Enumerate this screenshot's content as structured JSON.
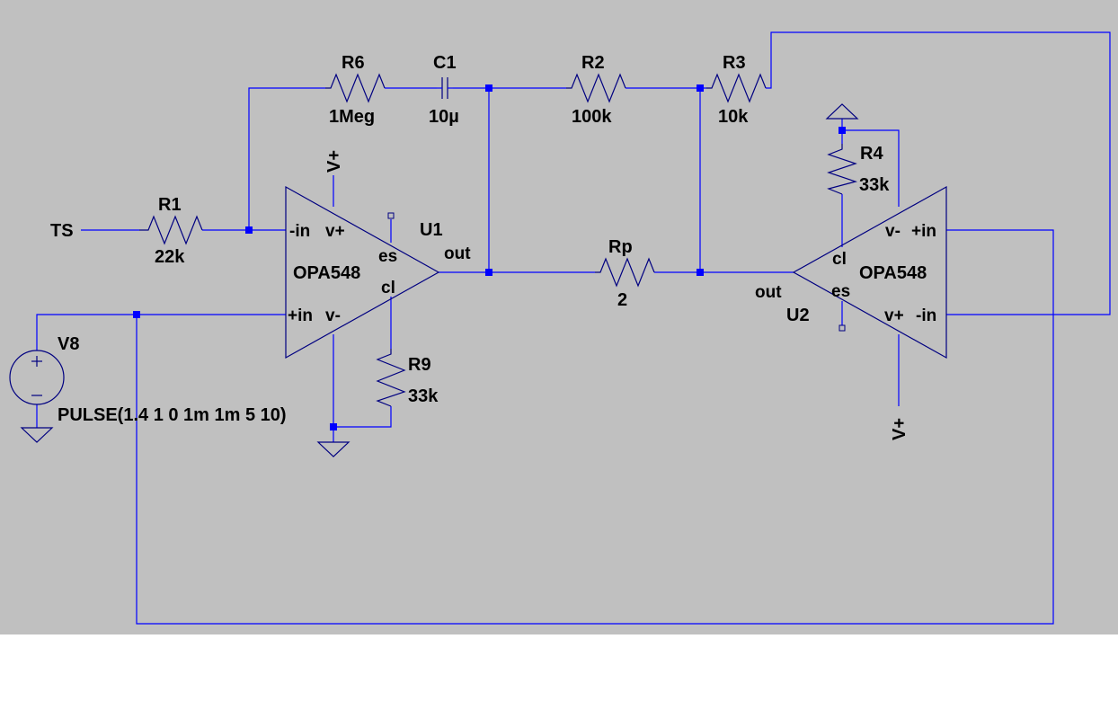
{
  "colors": {
    "sheet": "#c0c0c0",
    "wire": "#0000ff",
    "symbol": "#000080",
    "text": "#000000"
  },
  "components": {
    "R1": {
      "ref": "R1",
      "value": "22k"
    },
    "R6": {
      "ref": "R6",
      "value": "1Meg"
    },
    "C1": {
      "ref": "C1",
      "value": "10µ"
    },
    "R2": {
      "ref": "R2",
      "value": "100k"
    },
    "R3": {
      "ref": "R3",
      "value": "10k"
    },
    "R4": {
      "ref": "R4",
      "value": "33k"
    },
    "R9": {
      "ref": "R9",
      "value": "33k"
    },
    "Rp": {
      "ref": "Rp",
      "value": "2"
    },
    "V8": {
      "ref": "V8",
      "value": "PULSE(1.4 1 0 1m 1m 5 10)"
    },
    "U1": {
      "ref": "U1",
      "model": "OPA548",
      "pins": {
        "in_minus": "-in",
        "in_plus": "+in",
        "v_plus": "v+",
        "v_minus": "v-",
        "es": "es",
        "cl": "cl",
        "out": "out"
      }
    },
    "U2": {
      "ref": "U2",
      "model": "OPA548",
      "pins": {
        "in_minus": "-in",
        "in_plus": "+in",
        "v_plus": "v+",
        "v_minus": "v-",
        "es": "es",
        "cl": "cl",
        "out": "out"
      }
    }
  },
  "net_labels": {
    "ts": "TS",
    "vplus_u1": "V+",
    "vplus_u2": "V+"
  }
}
